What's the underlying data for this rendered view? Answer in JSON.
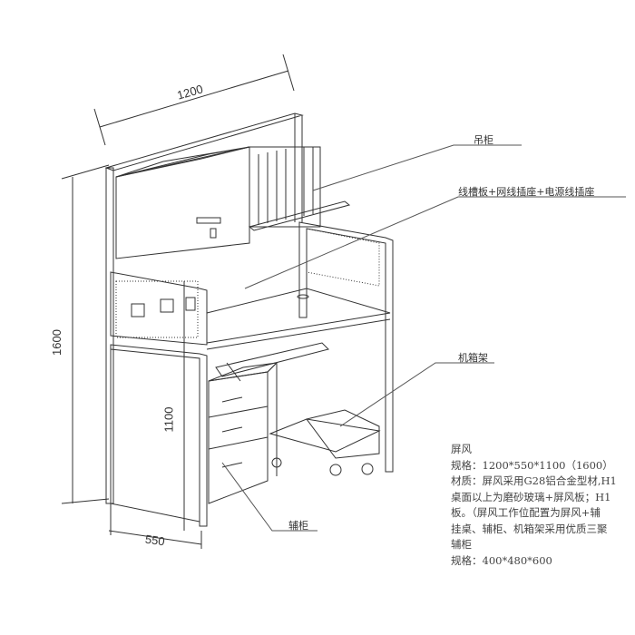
{
  "dimensions": {
    "width": "1200",
    "height_total": "1600",
    "height_desk": "1100",
    "depth": "550"
  },
  "callouts": {
    "hanging_cabinet": "吊柜",
    "cable_tray": "线槽板+网线插座+电源线插座",
    "cpu_holder": "机箱架",
    "side_cabinet": "辅柜"
  },
  "spec": {
    "lines": [
      "屏风",
      "规格：1200*550*1100（1600）",
      "材质：屏风采用G28铝合金型材,H1",
      "桌面以上为磨砂玻璃+屏风板；H1",
      "板。（屏风工作位配置为屏风+辅",
      "挂桌、辅柜、机箱架采用优质三聚",
      "辅柜",
      "规格：400*480*600"
    ]
  }
}
